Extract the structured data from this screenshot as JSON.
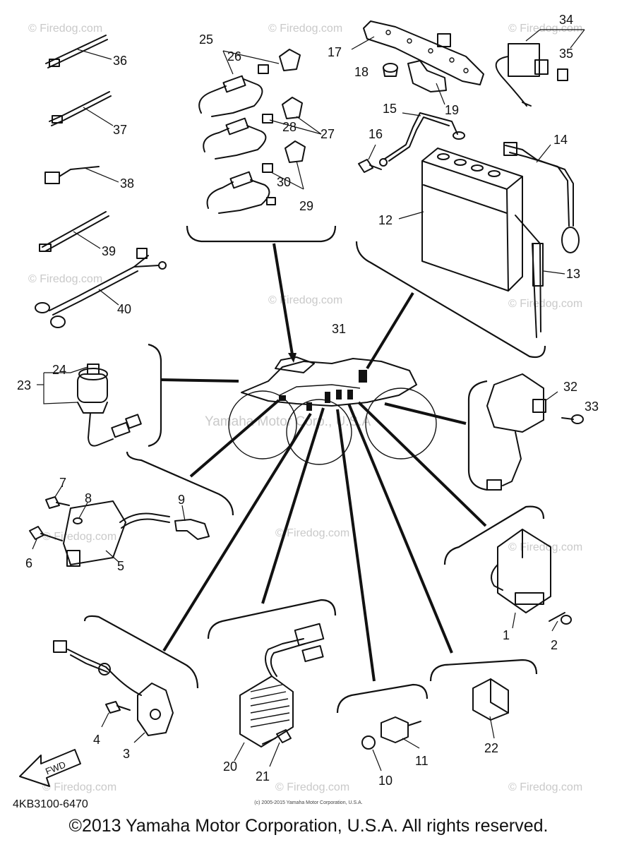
{
  "diagram": {
    "part_number": "4KB3100-6470",
    "center_watermark": "Yamaha Motor Corp., U.S.A",
    "watermark": "© Firedog.com",
    "fwd_label": "FWD",
    "callouts": [
      "1",
      "2",
      "3",
      "4",
      "5",
      "6",
      "7",
      "8",
      "9",
      "10",
      "11",
      "12",
      "13",
      "14",
      "15",
      "16",
      "17",
      "18",
      "19",
      "20",
      "21",
      "22",
      "23",
      "24",
      "25",
      "26",
      "27",
      "28",
      "29",
      "30",
      "31",
      "32",
      "33",
      "34",
      "35",
      "36",
      "37",
      "38",
      "39",
      "40"
    ]
  },
  "footer": {
    "small_note": "(c) 2005-2015 Yamaha Motor Corporation, U.S.A.",
    "copyright": "©2013 Yamaha Motor Corporation, U.S.A. All rights reserved."
  }
}
